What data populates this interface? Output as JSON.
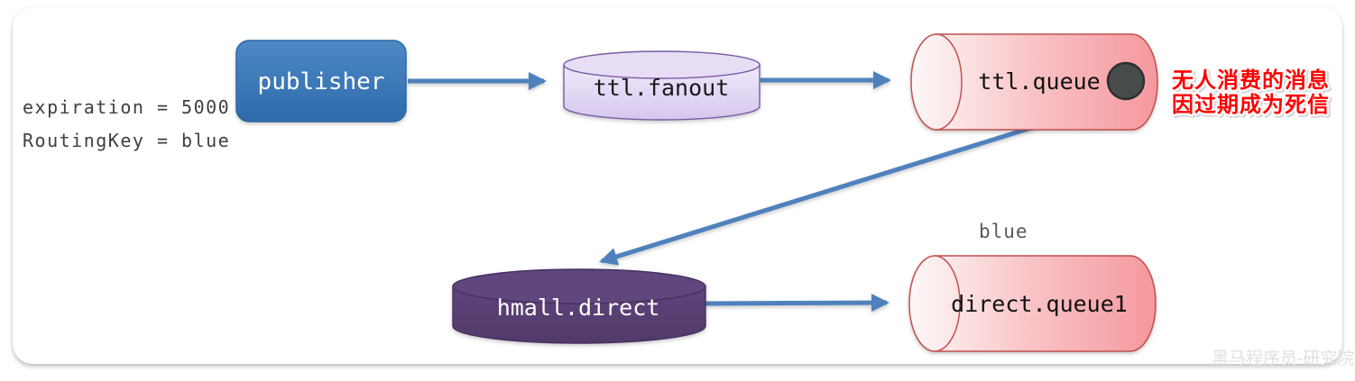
{
  "diagram": {
    "params": {
      "expiration": "expiration = 5000",
      "routing_key": "RoutingKey = blue"
    },
    "nodes": {
      "publisher": {
        "label": "publisher"
      },
      "ttl_fanout": {
        "label": "ttl.fanout"
      },
      "ttl_queue": {
        "label": "ttl.queue"
      },
      "hmall_direct": {
        "label": "hmall.direct"
      },
      "direct_queue1": {
        "label": "direct.queue1"
      }
    },
    "edges": [
      {
        "from": "publisher",
        "to": "ttl.fanout"
      },
      {
        "from": "ttl.fanout",
        "to": "ttl.queue"
      },
      {
        "from": "ttl.queue",
        "to": "hmall.direct"
      },
      {
        "from": "hmall.direct",
        "to": "direct.queue1"
      }
    ],
    "annotation": {
      "line1": "无人消费的消息",
      "line2": "因过期成为死信"
    },
    "binding_label": "blue",
    "watermark": "黑马程序员-研究院",
    "icons": {
      "message_dot": "message-dot-icon"
    },
    "colors": {
      "arrow": "#4f81bd",
      "publisher_fill": "#3a77b6",
      "fanout_exchange_fill": "#e3d7f4",
      "fanout_exchange_border": "#7a5ca6",
      "direct_exchange_fill": "#5a4076",
      "queue_fill": "#f8b3b7",
      "queue_border": "#c2504f",
      "note_red": "#ff0000",
      "message_dot": "#474c4a",
      "label_gray": "#3f3f3f",
      "watermark_gray": "#e0e0e0"
    }
  }
}
